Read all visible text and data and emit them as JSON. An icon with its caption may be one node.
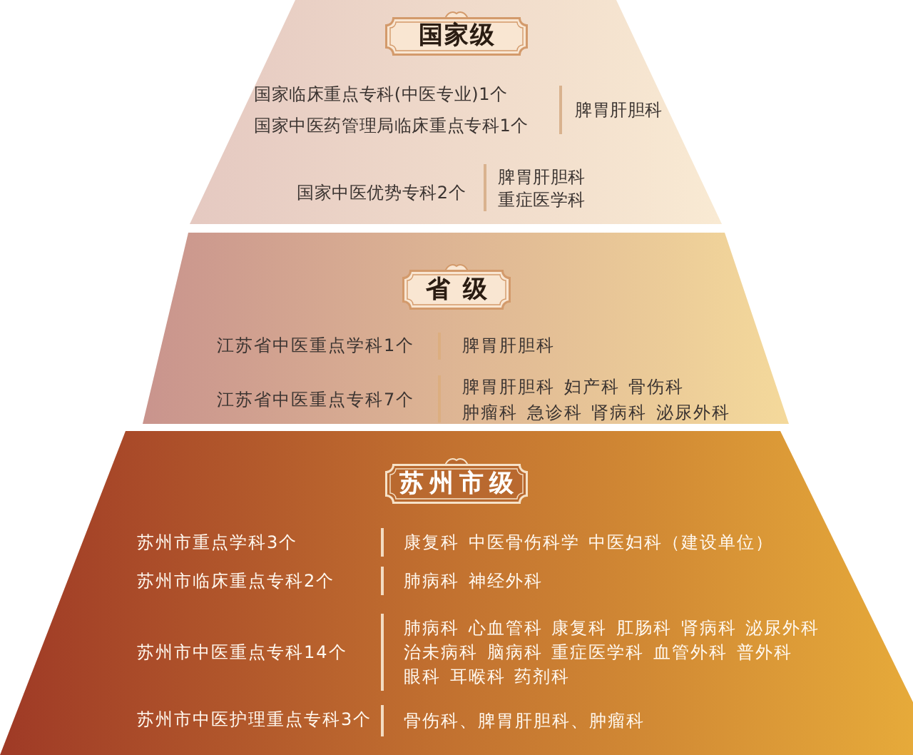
{
  "diagram": {
    "nodes": [
      {
        "text": [
          "国家临床重点专科(中医专业)1个",
          "国家中医药管理局临床重点专科1个",
          "脾胃肝胆科",
          "国家中医优势专科2个",
          "脾胃肝胆科",
          "重症医学科"
        ]
      },
      {
        "text": [
          "国家级"
        ],
        "in": 0
      },
      {
        "text": [
          "江苏省中医重点学科1个",
          "脾胃肝胆科",
          "江苏省中医重点专科7个",
          "脾胃肝胆科 妇产科 骨伤科",
          "肿瘤科 急诊科 肾病科 泌尿外科"
        ]
      },
      {
        "text": [
          "省级"
        ],
        "in": 2
      },
      {
        "text": [
          "苏州市重点学科3个",
          "康复科 中医骨伤科学 中医妇科（建设单位）",
          "苏州市临床重点专科2个",
          "肺病科 神经外科",
          "苏州市中医重点专科14个",
          "肺病科 心血管科 康复科 肛肠科 肾病科 泌尿外科",
          "治未病科 脑病科 重症医学科 血管外科 普外科",
          "眼科 耳喉科 药剂科",
          "苏州市中医护理重点专科3个",
          "骨伤科、脾胃肝胆科、肿瘤科"
        ]
      },
      {
        "text": [
          "苏州市级"
        ],
        "in": 4
      }
    ]
  }
}
